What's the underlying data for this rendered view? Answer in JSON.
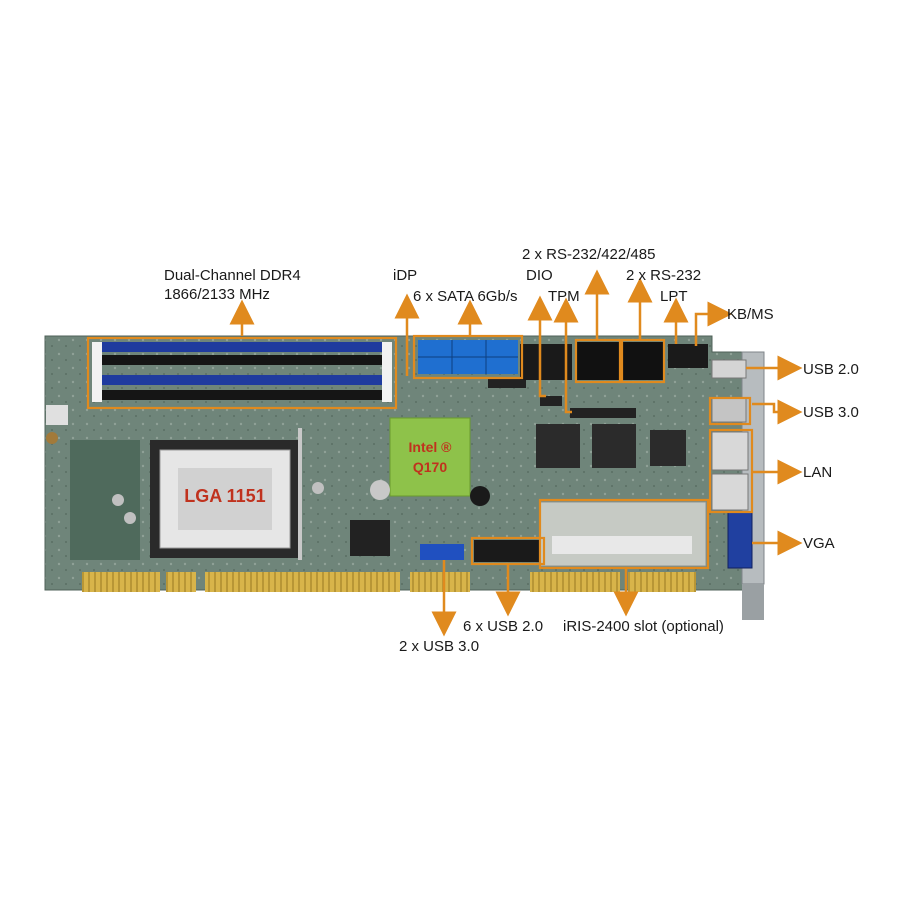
{
  "colors": {
    "accent": "#e08a1e",
    "pcb": "#6f857a",
    "dimm_slot_blue": "#1f3b9e",
    "sata_blue": "#1f6fd0",
    "chipset_green": "#8ec24a",
    "chip_label_red": "#c0321e",
    "gold_fingers": "#c9a43a"
  },
  "chips": {
    "cpu_socket": "LGA 1151",
    "chipset_line1": "Intel ®",
    "chipset_line2": "Q170"
  },
  "labels": {
    "memory_line1": "Dual-Channel DDR4",
    "memory_line2": "1866/2133 MHz",
    "idp": "iDP",
    "sata": "6 x SATA 6Gb/s",
    "serial_multi": "2 x RS-232/422/485",
    "dio": "DIO",
    "tpm": "TPM",
    "serial_232": "2 x RS-232",
    "lpt": "LPT",
    "kbms": "KB/MS",
    "usb20_rear": "USB 2.0",
    "usb30_rear": "USB 3.0",
    "lan": "LAN",
    "vga": "VGA",
    "usb20_header": "6 x USB 2.0",
    "usb30_header": "2 x USB 3.0",
    "iris_slot": "iRIS-2400 slot (optional)"
  },
  "icons": [
    "arrow-up-icon",
    "arrow-down-icon",
    "arrow-right-icon"
  ]
}
